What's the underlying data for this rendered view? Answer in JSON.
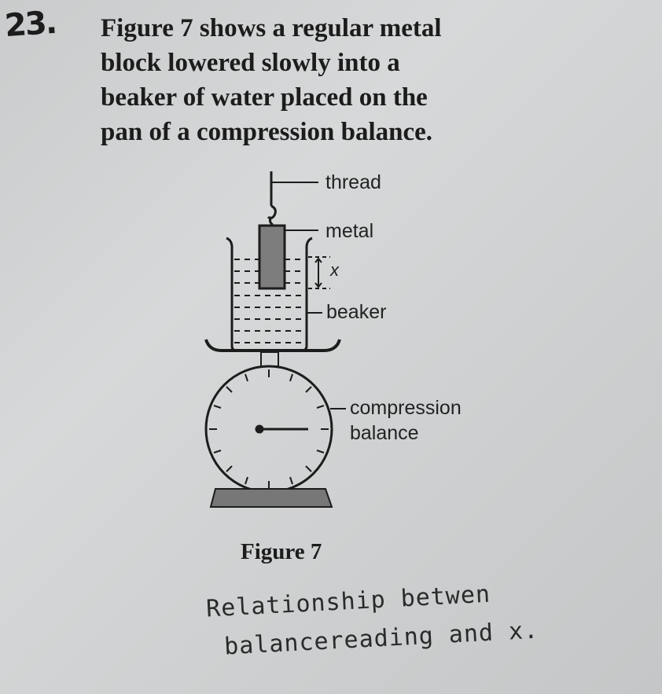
{
  "question": {
    "number": "23.",
    "lines": [
      "Figure 7 shows a regular metal",
      "block lowered slowly into a",
      "beaker of water placed on the",
      "pan of a compression balance."
    ]
  },
  "figure": {
    "labels": {
      "thread": "thread",
      "metal": "metal",
      "x": "x",
      "beaker": "beaker",
      "compression": "compression",
      "balance": "balance"
    },
    "caption": "Figure 7"
  },
  "handwritten_note": {
    "line1": "Relationship betwen",
    "line2": "balancereading and x."
  }
}
